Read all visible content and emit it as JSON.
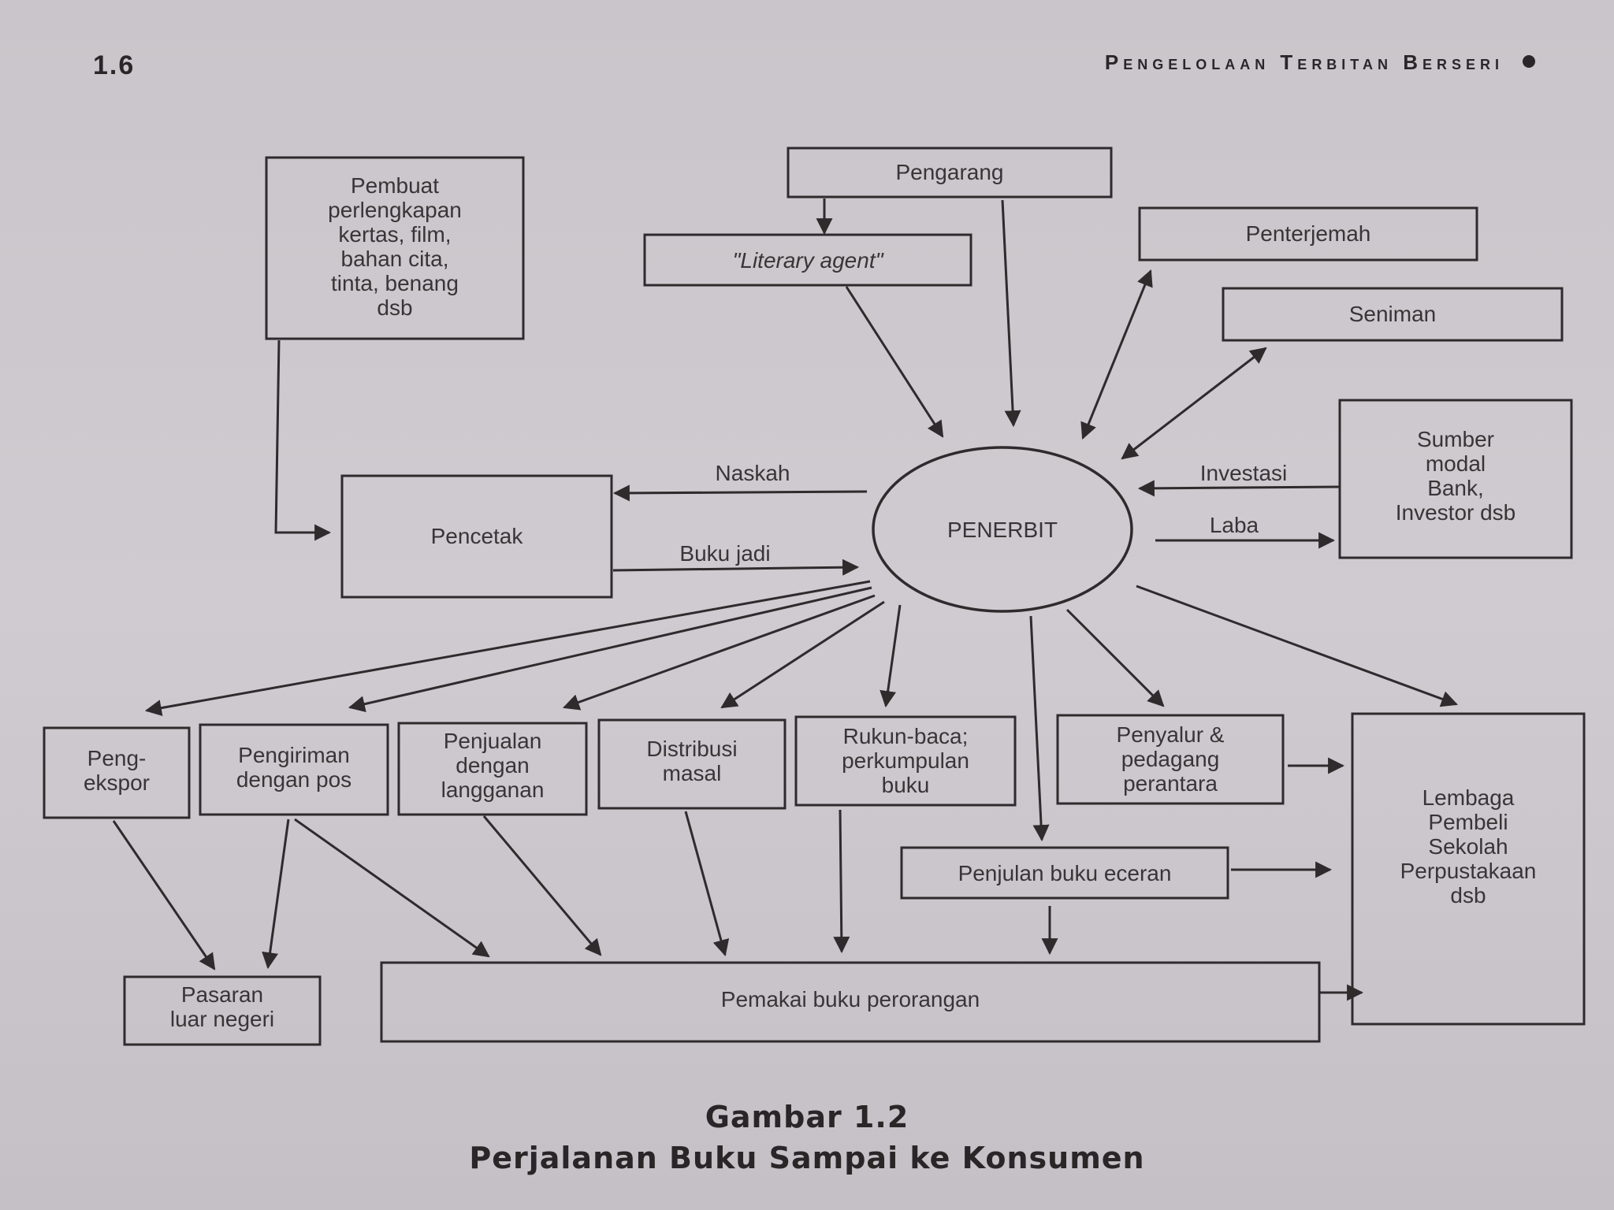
{
  "header": {
    "page_number": "1.6",
    "running_title": "Pengelolaan Terbitan Berseri"
  },
  "nodes": {
    "pembuat": [
      "Pembuat",
      "perlengkapan",
      "kertas, film,",
      "bahan cita,",
      "tinta, benang",
      "dsb"
    ],
    "pengarang": [
      "Pengarang"
    ],
    "literary_agent": [
      "\"Literary agent\""
    ],
    "penterjemah": [
      "Penterjemah"
    ],
    "seniman": [
      "Seniman"
    ],
    "sumber_modal": [
      "Sumber",
      "modal",
      "Bank,",
      "Investor dsb"
    ],
    "pencetak": [
      "Pencetak"
    ],
    "penerbit": [
      "PENERBIT"
    ],
    "pengekspor": [
      "Peng-",
      "ekspor"
    ],
    "pengiriman_pos": [
      "Pengiriman",
      "dengan pos"
    ],
    "penjualan_langganan": [
      "Penjualan",
      "dengan",
      "langganan"
    ],
    "distribusi_masal": [
      "Distribusi",
      "masal"
    ],
    "rukun_baca": [
      "Rukun-baca;",
      "perkumpulan",
      "buku"
    ],
    "penyalur": [
      "Penyalur &",
      "pedagang",
      "perantara"
    ],
    "penjualan_eceran": [
      "Penjulan buku eceran"
    ],
    "lembaga_pembeli": [
      "Lembaga",
      "Pembeli",
      "",
      "Sekolah",
      "Perpustakaan",
      "dsb"
    ],
    "pasaran_luar": [
      "Pasaran",
      "luar negeri"
    ],
    "pemakai": [
      "Pemakai buku perorangan"
    ]
  },
  "edge_labels": {
    "naskah": "Naskah",
    "buku_jadi": "Buku jadi",
    "investasi": "Investasi",
    "laba": "Laba"
  },
  "caption": {
    "number": "Gambar 1.2",
    "title": "Perjalanan Buku Sampai ke Konsumen"
  }
}
